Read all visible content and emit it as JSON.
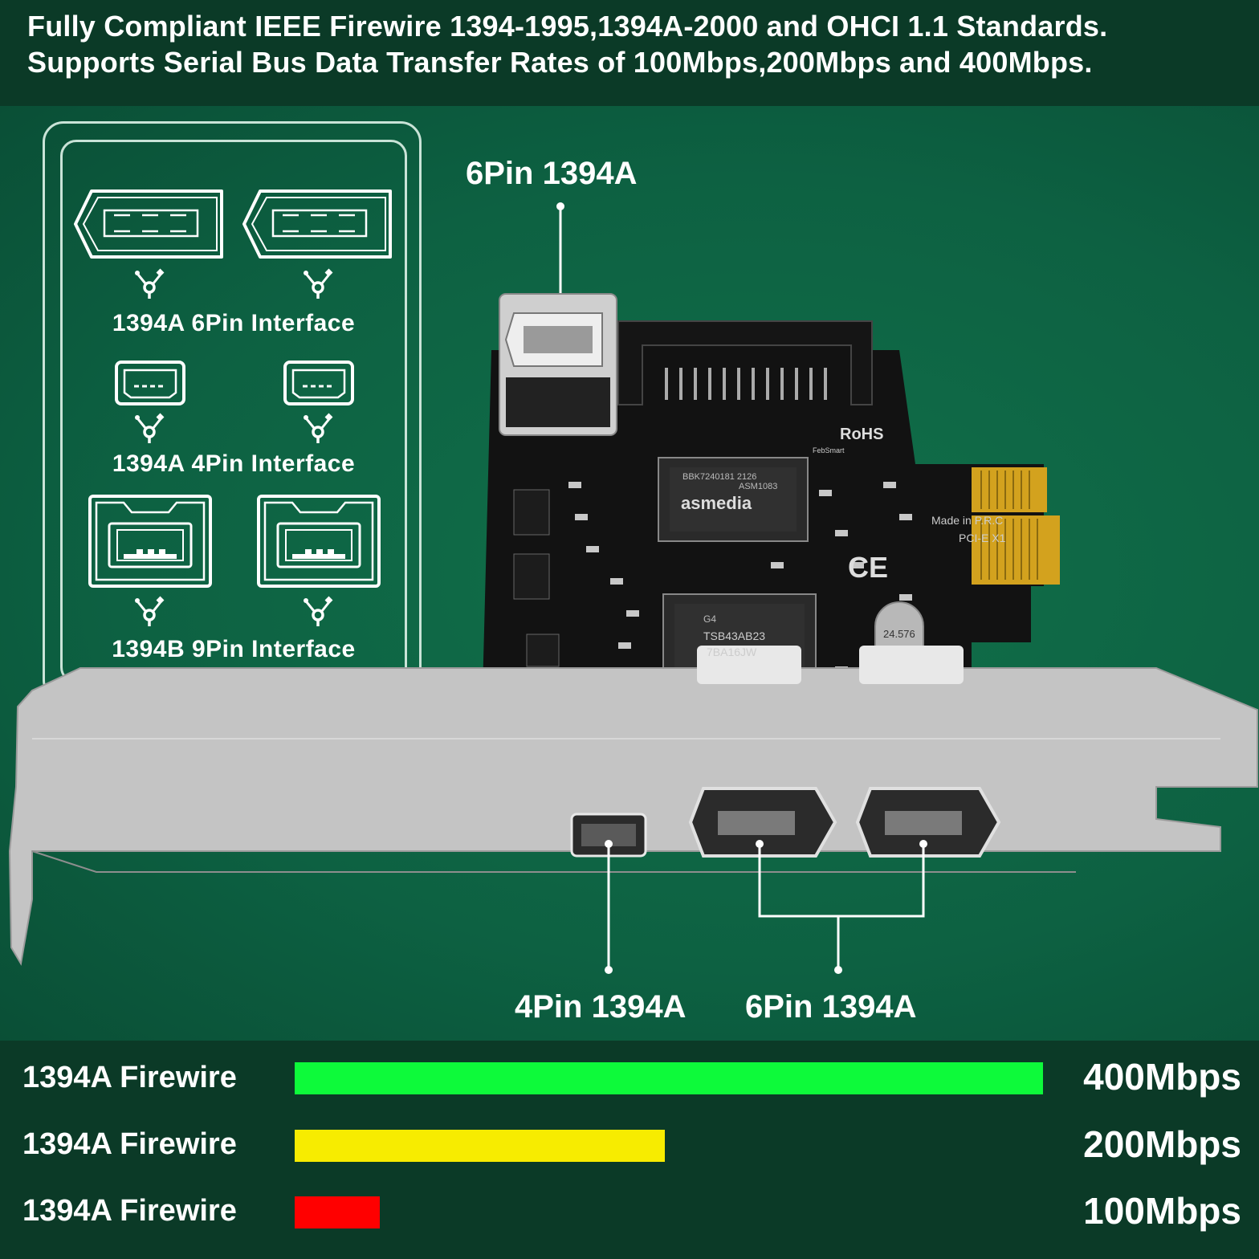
{
  "header": {
    "line1": "Fully Compliant IEEE Firewire 1394-1995,1394A-2000 and OHCI 1.1 Standards.",
    "line2": "Supports Serial Bus Data Transfer Rates of 100Mbps,200Mbps and 400Mbps."
  },
  "interfaces": {
    "six_pin": "1394A 6Pin Interface",
    "four_pin": "1394A 4Pin Interface",
    "nine_pin": "1394B 9Pin Interface",
    "icon": "firewire-icon"
  },
  "callouts": {
    "top_port": "6Pin 1394A",
    "bracket_4pin": "4Pin 1394A",
    "bracket_6pin": "6Pin 1394A"
  },
  "card": {
    "controller_brand": "asmedia",
    "controller_model": "ASM1083",
    "controller_code": "BBK7240181  2126",
    "phy_model": "TSB43AB23",
    "phy_code": "7BA16JW",
    "phy_mark": "G4",
    "made_in": "Made in P.R.C",
    "bus": "PCI-E X1",
    "rohs": "RoHS",
    "crystal": "24.576",
    "brand": "FebSmart",
    "ce": "CE"
  },
  "speeds": [
    {
      "label": "1394A Firewire",
      "value": "400Mbps",
      "fraction": 1.0,
      "color": "#0dfa3a"
    },
    {
      "label": "1394A Firewire",
      "value": "200Mbps",
      "fraction": 0.495,
      "color": "#f7ec00"
    },
    {
      "label": "1394A Firewire",
      "value": "100Mbps",
      "fraction": 0.114,
      "color": "#ff0000"
    }
  ]
}
